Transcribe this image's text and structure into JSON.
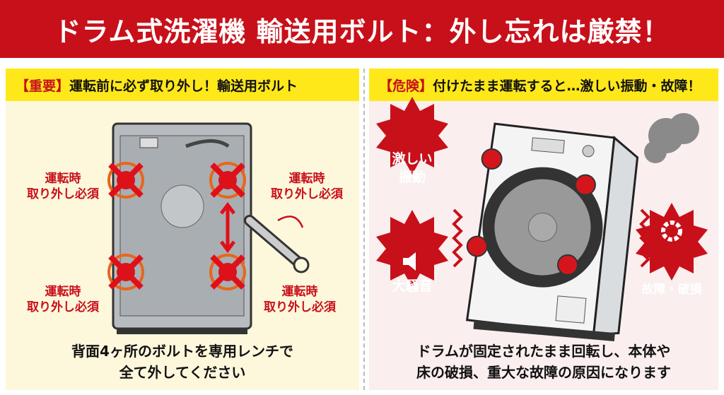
{
  "title": "ドラム式洗濯機 輸送用ボルト：外し忘れは厳禁！",
  "left": {
    "tag": "【重要】",
    "heading": "運転前に必ず取り外し！輸送用ボルト",
    "bolt_label_line1": "運転時",
    "bolt_label_line2": "取り外し必須",
    "footer_line1": "背面4ヶ所のボルトを専用レンチで",
    "footer_line2": "全て外してください"
  },
  "right": {
    "tag": "【危険】",
    "heading": "付けたまま運転すると…激しい振動・故障！",
    "burst_vibration_1": "激しい",
    "burst_vibration_2": "振動",
    "burst_noise": "大騒音",
    "burst_damage": "故障・破損",
    "footer_line1": "ドラムが固定されたまま回転し、本体や",
    "footer_line2": "床の破損、重大な故障の原因になります"
  },
  "colors": {
    "brand_red": "#c8101a",
    "highlight_yellow": "#ffe81a"
  }
}
